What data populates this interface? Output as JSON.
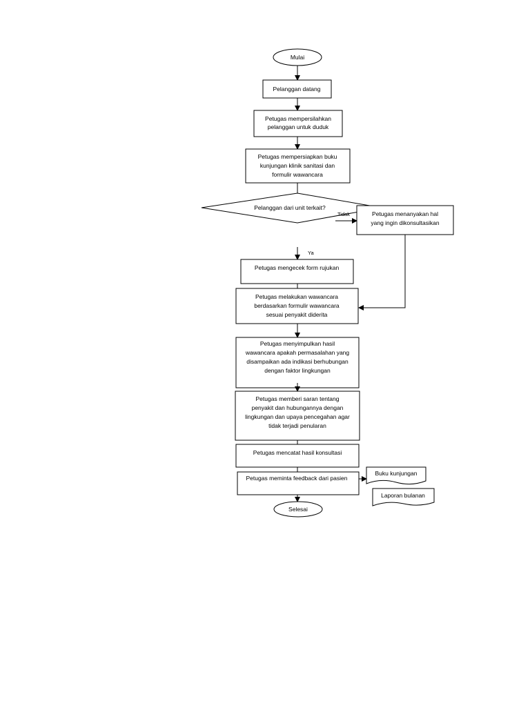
{
  "flowchart": {
    "start": "Mulai",
    "end": "Selesai",
    "steps": {
      "s1": "Pelanggan datang",
      "s2": [
        "Petugas mempersilahkan",
        "pelanggan untuk duduk"
      ],
      "s3": [
        "Petugas mempersiapkan buku",
        "kunjungan klinik sanitasi dan",
        "formulir wawancara"
      ],
      "decision": "Pelanggan dari unit terkait?",
      "no_label": "Tidak",
      "yes_label": "Ya",
      "side": [
        "Petugas menanyakan hal",
        "yang ingin dikonsultasikan"
      ],
      "s4": "Petugas mengecek form rujukan",
      "s5": [
        "Petugas melakukan wawancara",
        "berdasarkan formulir wawancara",
        "sesuai penyakit diderita"
      ],
      "s6": [
        "Petugas menyimpulkan hasil",
        "wawancara apakah permasalahan yang",
        "disampaikan ada indikasi berhubungan",
        "dengan faktor lingkungan"
      ],
      "s7": [
        "Petugas memberi saran tentang",
        "penyakit  dan hubungannya dengan",
        "lingkungan dan upaya pencegahan agar",
        "tidak terjadi penularan"
      ],
      "s8": "Petugas mencatat hasil konsultasi",
      "s9": "Petugas meminta feedback dari pasien"
    },
    "documents": {
      "doc1": "Buku kunjungan",
      "doc2": "Laporan bulanan"
    }
  }
}
